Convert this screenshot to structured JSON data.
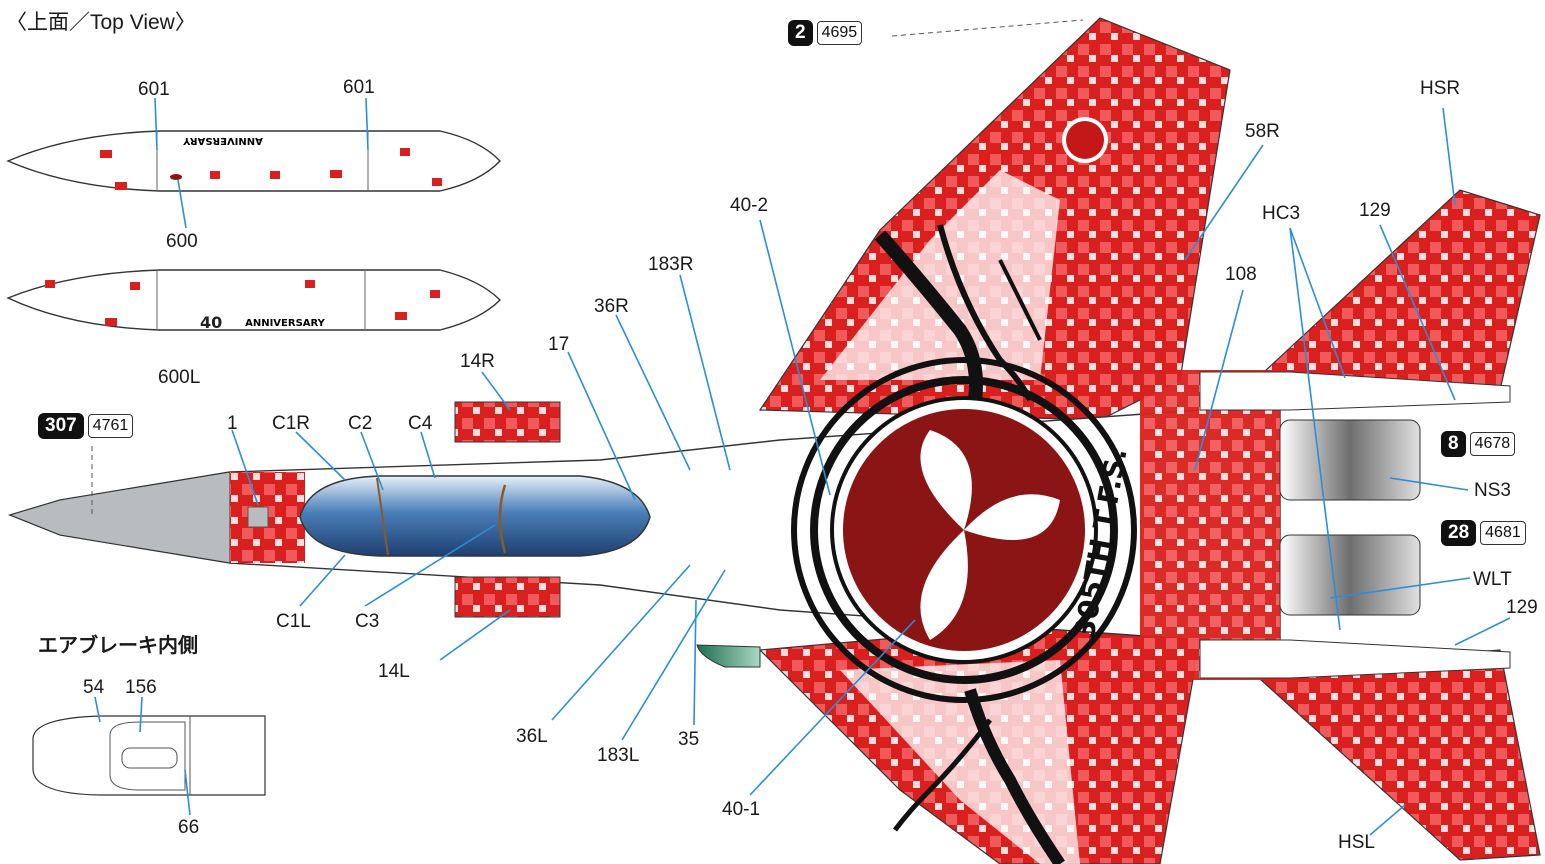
{
  "title": "〈上面／Top View〉",
  "air_brake_heading": "エアブレーキ内側",
  "tank_text": {
    "anniversary_mirrored": "ANNIVERSARY",
    "anniversary": "ANNIVERSARY",
    "forty": "40"
  },
  "squadron_emblem_text": "305TH T.F.S.",
  "callouts": {
    "c601a": "601",
    "c601b": "601",
    "c600": "600",
    "c600L": "600L",
    "c1": "1",
    "c1R": "C1R",
    "c2": "C2",
    "c4": "C4",
    "c1L": "C1L",
    "c3": "C3",
    "c14R": "14R",
    "c14L": "14L",
    "c17": "17",
    "c36R": "36R",
    "c36L": "36L",
    "c183R": "183R",
    "c183L": "183L",
    "c35": "35",
    "c40_2": "40-2",
    "c40_1": "40-1",
    "c58R": "58R",
    "c108": "108",
    "cHC3": "HC3",
    "c129a": "129",
    "c129b": "129",
    "cHSR": "HSR",
    "cHSL": "HSL",
    "cNS3": "NS3",
    "cWLT": "WLT",
    "c54": "54",
    "c156": "156",
    "c66": "66"
  },
  "paint_badges": [
    {
      "code": "2",
      "number": "4695"
    },
    {
      "code": "307",
      "number": "4761"
    },
    {
      "code": "8",
      "number": "4678"
    },
    {
      "code": "28",
      "number": "4681"
    }
  ],
  "colors": {
    "red": "#d9201e",
    "light_red": "#f05a5a",
    "canopy_blue": "#4a7fb8",
    "nose_gray": "#b9bcbf",
    "emblem_red": "#8b1414",
    "ink": "#111111",
    "leader_blue": "#2a8fd8",
    "engine_gray": "#6e6e6e",
    "green_part": "#2e8b6b"
  }
}
